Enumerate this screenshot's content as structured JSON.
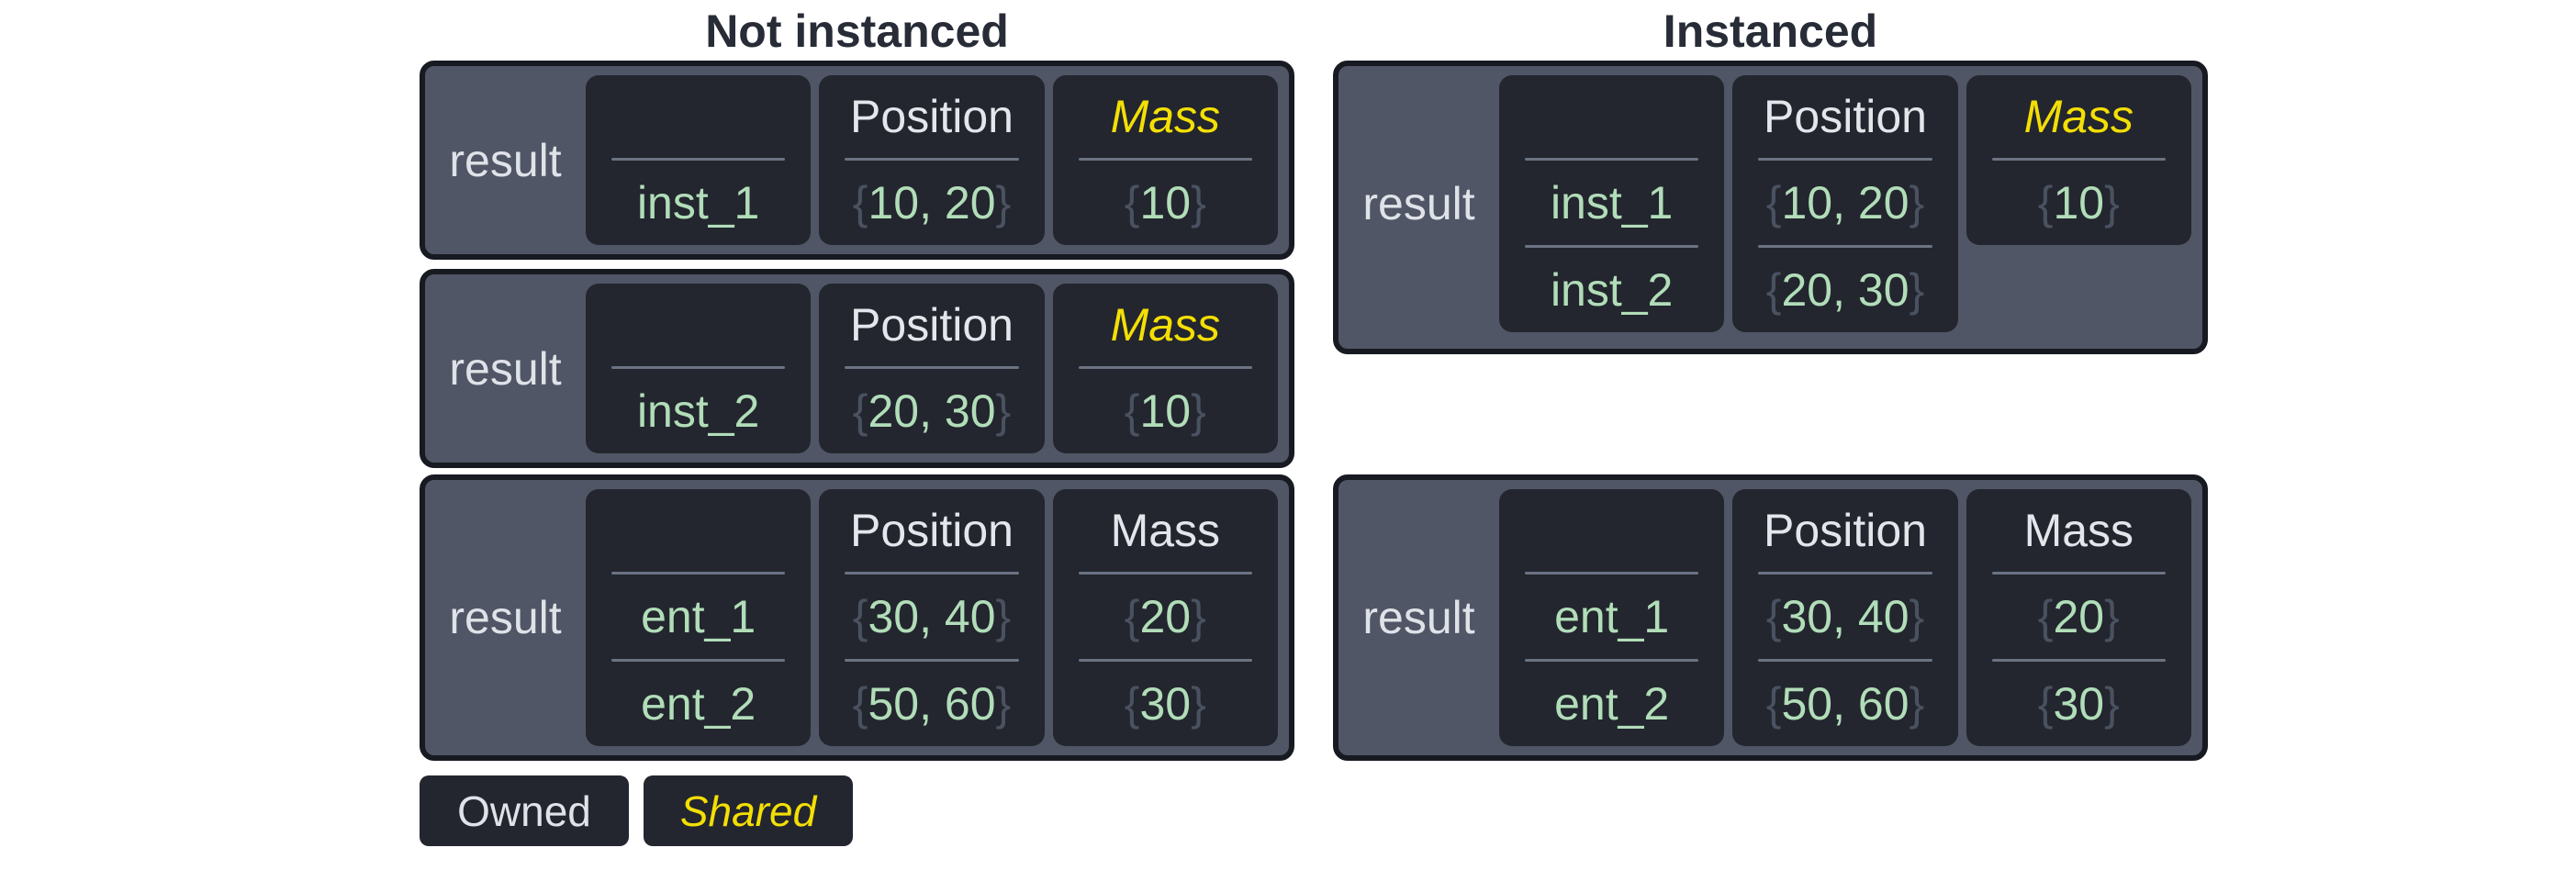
{
  "syntax": {
    "brace_open": "{",
    "brace_close": "}"
  },
  "colors": {
    "background": "#ffffff",
    "title_text": "#272c37",
    "box_background": "#505665",
    "box_border": "#171a21",
    "cell_background": "#23262e",
    "divider": "#6b7383",
    "owned_text": "#e3e6eb",
    "shared_text": "#f4df05",
    "value_green": "#b1ddb9",
    "brace_gray": "#4a5160"
  },
  "legend": {
    "owned": "Owned",
    "shared": "Shared"
  },
  "panels": {
    "not_instanced": {
      "title": "Not instanced",
      "boxes": [
        {
          "result_label": "result",
          "entities": {
            "header": "",
            "rows": [
              "inst_1"
            ]
          },
          "position": {
            "header": "Position",
            "values": [
              "10, 20"
            ]
          },
          "mass": {
            "header": "Mass",
            "shared": true,
            "values": [
              "10"
            ]
          }
        },
        {
          "result_label": "result",
          "entities": {
            "header": "",
            "rows": [
              "inst_2"
            ]
          },
          "position": {
            "header": "Position",
            "values": [
              "20, 30"
            ]
          },
          "mass": {
            "header": "Mass",
            "shared": true,
            "values": [
              "10"
            ]
          }
        },
        {
          "result_label": "result",
          "entities": {
            "header": "",
            "rows": [
              "ent_1",
              "ent_2"
            ]
          },
          "position": {
            "header": "Position",
            "values": [
              "30, 40",
              "50, 60"
            ]
          },
          "mass": {
            "header": "Mass",
            "shared": false,
            "values": [
              "20",
              "30"
            ]
          }
        }
      ]
    },
    "instanced": {
      "title": "Instanced",
      "boxes": [
        {
          "result_label": "result",
          "entities": {
            "header": "",
            "rows": [
              "inst_1",
              "inst_2"
            ]
          },
          "position": {
            "header": "Position",
            "values": [
              "10, 20",
              "20, 30"
            ]
          },
          "mass": {
            "header": "Mass",
            "shared": true,
            "short": true,
            "values": [
              "10"
            ]
          }
        },
        {
          "result_label": "result",
          "entities": {
            "header": "",
            "rows": [
              "ent_1",
              "ent_2"
            ]
          },
          "position": {
            "header": "Position",
            "values": [
              "30, 40",
              "50, 60"
            ]
          },
          "mass": {
            "header": "Mass",
            "shared": false,
            "values": [
              "20",
              "30"
            ]
          }
        }
      ]
    }
  }
}
